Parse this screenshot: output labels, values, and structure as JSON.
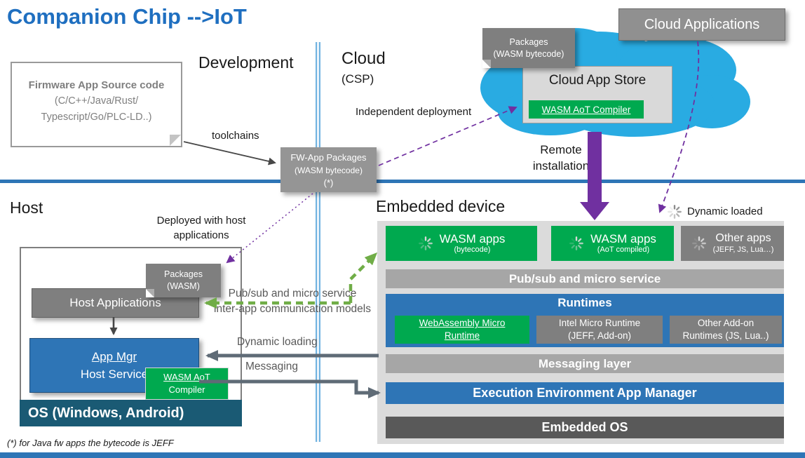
{
  "title": "Companion Chip -->IoT",
  "colors": {
    "title_blue": "#1F6FC0",
    "accent_blue": "#2E75B6",
    "green": "#00A94F",
    "purple": "#7030A0",
    "cloud_cyan": "#29ABE2",
    "bar_gray": "#A6A6A6",
    "dark_gray": "#595959",
    "box_gray": "#7F7F7F",
    "os_teal": "#1A5A74"
  },
  "sections": {
    "development": "Development",
    "cloud": "Cloud",
    "cloud_sub": "(CSP)",
    "host": "Host",
    "embedded": "Embedded device"
  },
  "firmware": {
    "line1": "Firmware App Source code",
    "line2": "(C/C++/Java/Rust/",
    "line3": "Typescript/Go/PLC-LD..)"
  },
  "fw_packages": {
    "line1": "FW-App Packages",
    "line2": "(WASM bytecode)",
    "line3": "(*)"
  },
  "cloud_area": {
    "applications": "Cloud Applications",
    "app_store": "Cloud App Store",
    "compiler": "WASM AoT Compiler",
    "packages_line1": "Packages",
    "packages_line2": "(WASM bytecode)"
  },
  "host_area": {
    "packages_line1": "Packages",
    "packages_line2": "(WASM)",
    "applications": "Host Applications",
    "app_mgr_line1": "App Mgr",
    "app_mgr_line2": "Host Service",
    "compiler_line1": "WASM AoT",
    "compiler_line2": "Compiler",
    "os": "OS (Windows, Android)"
  },
  "embedded_area": {
    "apps": [
      {
        "title": "WASM apps",
        "sub": "(bytecode)"
      },
      {
        "title": "WASM apps",
        "sub": "(AoT compiled)"
      },
      {
        "title": "Other apps",
        "sub": "(JEFF, JS, Lua…)"
      }
    ],
    "pubsub": "Pub/sub and micro service",
    "runtimes": "Runtimes",
    "runtime_boxes": [
      {
        "line1": "WebAssembly Micro",
        "line2": "Runtime"
      },
      {
        "line1": "Intel Micro Runtime",
        "line2": "(JEFF, Add-on)"
      },
      {
        "line1": "Other Add-on",
        "line2": "Runtimes (JS, Lua..)"
      }
    ],
    "messaging": "Messaging layer",
    "execution": "Execution Environment App Manager",
    "os": "Embedded OS"
  },
  "labels": {
    "toolchains": "toolchains",
    "independent_deployment": "Independent deployment",
    "remote_line1": "Remote",
    "remote_line2": "installation",
    "deployed_line1": "Deployed with host",
    "deployed_line2": "applications",
    "pubsub_line1": "Pub/sub and micro service",
    "pubsub_line2": "inter-app communication models",
    "dynamic_loading": "Dynamic loading",
    "messaging": "Messaging",
    "dynamic_loaded": "Dynamic loaded",
    "footnote": "(*) for Java fw apps the bytecode is JEFF"
  }
}
